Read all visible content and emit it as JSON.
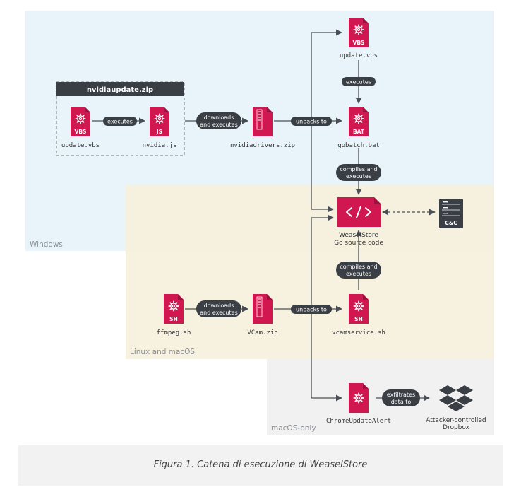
{
  "colors": {
    "windows_bg": "#e8f4fa",
    "linux_bg": "#f6f0dc",
    "macos_bg": "#f1f1f1",
    "file_red": "#d01750",
    "pill_dark": "#3a3f45",
    "arrow": "#4a4f55",
    "caption_bg": "#f2f2f2"
  },
  "regions": {
    "windows": "Windows",
    "linux_macos": "Linux and macOS",
    "macos_only": "macOS-only"
  },
  "group": {
    "title": "nvidiaupdate.zip"
  },
  "files": {
    "update_vbs_left": {
      "badge": "VBS",
      "name": "update.vbs",
      "icon": "gear-icon"
    },
    "nvidia_js": {
      "badge": "JS",
      "name": "nvidia.js",
      "icon": "gear-icon"
    },
    "nvidiadrivers_zip": {
      "name": "nvidiadrivers.zip",
      "icon": "zip-icon"
    },
    "update_vbs_top": {
      "badge": "VBS",
      "name": "update.vbs",
      "icon": "gear-icon"
    },
    "gobatch_bat": {
      "badge": "BAT",
      "name": "gobatch.bat",
      "icon": "gear-icon"
    },
    "weaselstore": {
      "name_line1": "WeaselStore",
      "name_line2": "Go source code",
      "icon": "code-icon"
    },
    "cc": {
      "label": "C&C",
      "icon": "server-icon"
    },
    "ffmpeg_sh": {
      "badge": "SH",
      "name": "ffmpeg.sh",
      "icon": "gear-icon"
    },
    "vcam_zip": {
      "name": "VCam.zip",
      "icon": "zip-icon"
    },
    "vcamservice_sh": {
      "badge": "SH",
      "name": "vcamservice.sh",
      "icon": "gear-icon"
    },
    "chromeupdatealert": {
      "name": "ChromeUpdateAlert",
      "icon": "gear-icon"
    },
    "dropbox": {
      "name_line1": "Attacker-controlled",
      "name_line2": "Dropbox",
      "icon": "dropbox-icon"
    }
  },
  "pills": {
    "executes_left": "executes",
    "downloads_win": [
      "downloads",
      "and executes"
    ],
    "unpacks_win": "unpacks to",
    "executes_top": "executes",
    "compiles_win": [
      "compiles and",
      "executes"
    ],
    "compiles_lin": [
      "compiles and",
      "executes"
    ],
    "downloads_lin": [
      "downloads",
      "and executes"
    ],
    "unpacks_lin": "unpacks to",
    "exfiltrates": [
      "exfiltrates",
      "data to"
    ]
  },
  "caption": "Figura 1. Catena di esecuzione di WeaselStore"
}
